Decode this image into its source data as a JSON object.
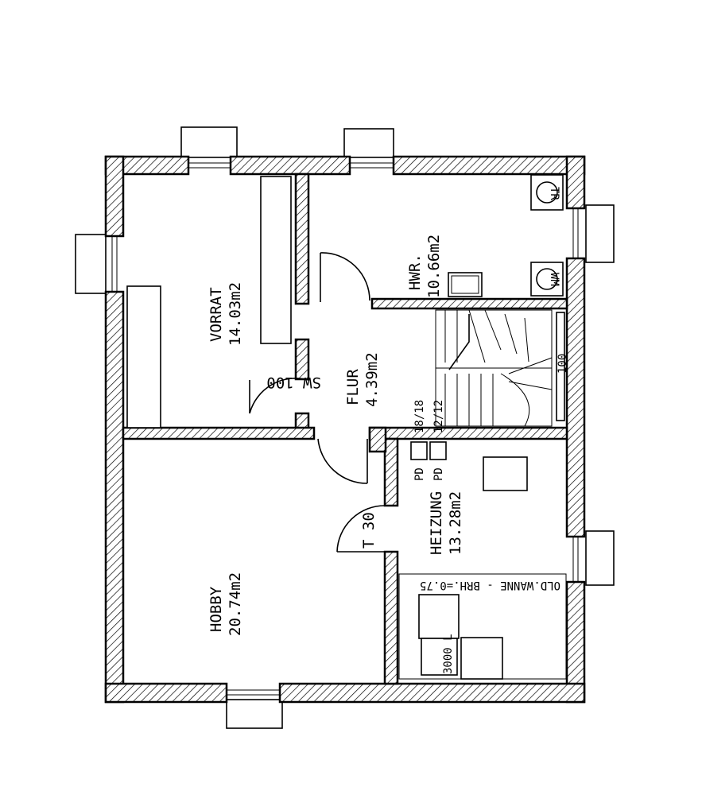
{
  "rooms": [
    {
      "id": "vorrat",
      "name": "VORRAT",
      "area": "14.03m2"
    },
    {
      "id": "hwr",
      "name": "HWR.",
      "area": "10.66m2"
    },
    {
      "id": "flur",
      "name": "FLUR",
      "area": "4.39m2"
    },
    {
      "id": "heizung",
      "name": "HEIZUNG",
      "area": "13.28m2"
    },
    {
      "id": "hobby",
      "name": "HOBBY",
      "area": "20.74m2"
    }
  ],
  "doors": {
    "sw": "SW 100",
    "t": "T 30"
  },
  "fixtures": {
    "tr": "TR",
    "wm": "WM",
    "oil_tank": "OLD.WANNE - BRH.=0.75",
    "tank_label": "3000 L",
    "pd1": "PD",
    "pd2": "PD",
    "dim1": "18/18",
    "dim2": "12/12",
    "stair_width": "100"
  }
}
